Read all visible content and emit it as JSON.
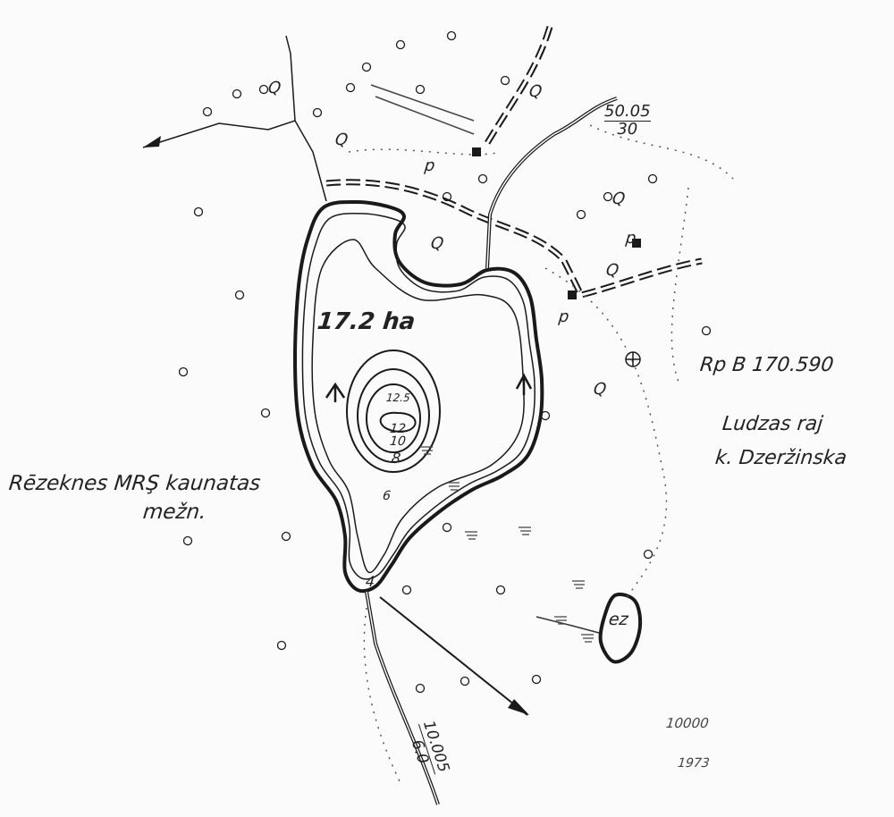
{
  "lake": {
    "area_label": "17.2 ha",
    "depth_labels": [
      "12.5",
      "12",
      "10",
      "8",
      "6",
      "4"
    ]
  },
  "labels": {
    "reference": "Rp B 170.590",
    "district_line1": "Ludzas raj",
    "district_line2": "k. Dzeržinska",
    "forestry_line1": "Rēzeknes MRŞ kaunatas",
    "forestry_line2": "mežn.",
    "small_lake": "ez"
  },
  "inflow": {
    "numerator": "50.05",
    "denominator": "30"
  },
  "outflow": {
    "numerator": "10.005",
    "denominator": "6.0"
  },
  "stamp": {
    "scale": "10000",
    "year": "1973"
  },
  "land_symbols": {
    "forest": "Q",
    "field": "p"
  },
  "colors": {
    "ink": "#1a1a1a",
    "paper": "#fbfbfb",
    "dotted": "#555555"
  }
}
